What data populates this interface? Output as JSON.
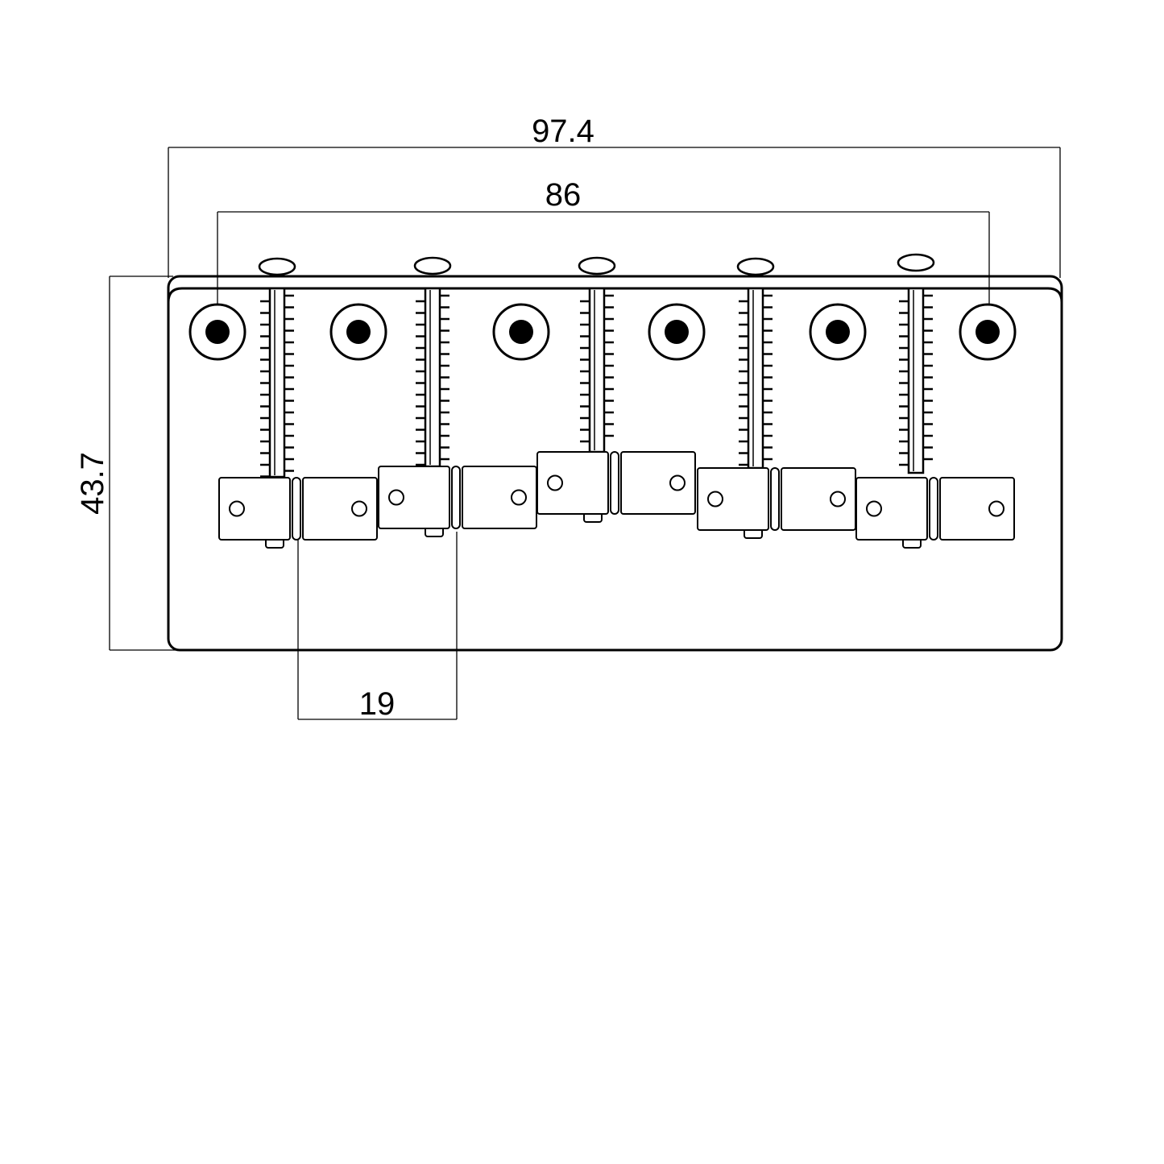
{
  "dimensions": {
    "overall_width": "97.4",
    "hole_spacing": "86",
    "height": "43.7",
    "string_spacing": "19"
  },
  "drawing": {
    "mounting_hole_count": 6,
    "string_count": 5,
    "line_color": "#000000",
    "background_color": "#ffffff"
  }
}
